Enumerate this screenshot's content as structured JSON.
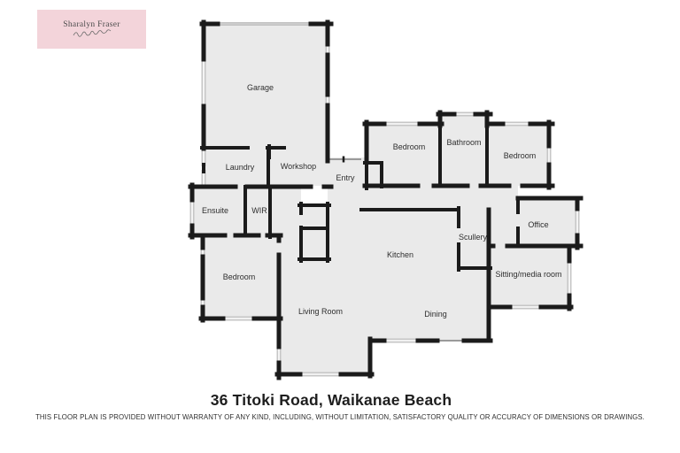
{
  "logo": {
    "name": "Sharalyn Fraser"
  },
  "title": "36 Titoki Road, Waikanae Beach",
  "disclaimer": "THIS FLOOR PLAN IS PROVIDED WITHOUT WARRANTY OF ANY KIND, INCLUDING, WITHOUT LIMITATION, SATISFACTORY QUALITY OR ACCURACY OF DIMENSIONS OR DRAWINGS.",
  "rooms": [
    {
      "id": "garage",
      "label": "Garage"
    },
    {
      "id": "laundry",
      "label": "Laundry"
    },
    {
      "id": "workshop",
      "label": "Workshop"
    },
    {
      "id": "entry",
      "label": "Entry"
    },
    {
      "id": "bedroom-top",
      "label": "Bedroom"
    },
    {
      "id": "bathroom",
      "label": "Bathroom"
    },
    {
      "id": "bedroom-right",
      "label": "Bedroom"
    },
    {
      "id": "ensuite",
      "label": "Ensuite"
    },
    {
      "id": "wir",
      "label": "WIR"
    },
    {
      "id": "office",
      "label": "Office"
    },
    {
      "id": "scullery",
      "label": "Scullery"
    },
    {
      "id": "kitchen",
      "label": "Kitchen"
    },
    {
      "id": "sitting-media",
      "label": "Sitting/media room"
    },
    {
      "id": "bedroom-left",
      "label": "Bedroom"
    },
    {
      "id": "living-room",
      "label": "Living Room"
    },
    {
      "id": "dining",
      "label": "Dining"
    }
  ],
  "colors": {
    "wall": "#1b1b1b",
    "floor_fill": "#eaeaea",
    "window": "#c6c6c6",
    "door_line": "#9a9a9a",
    "logo_pink": "#f3d4da",
    "background": "#ffffff"
  }
}
